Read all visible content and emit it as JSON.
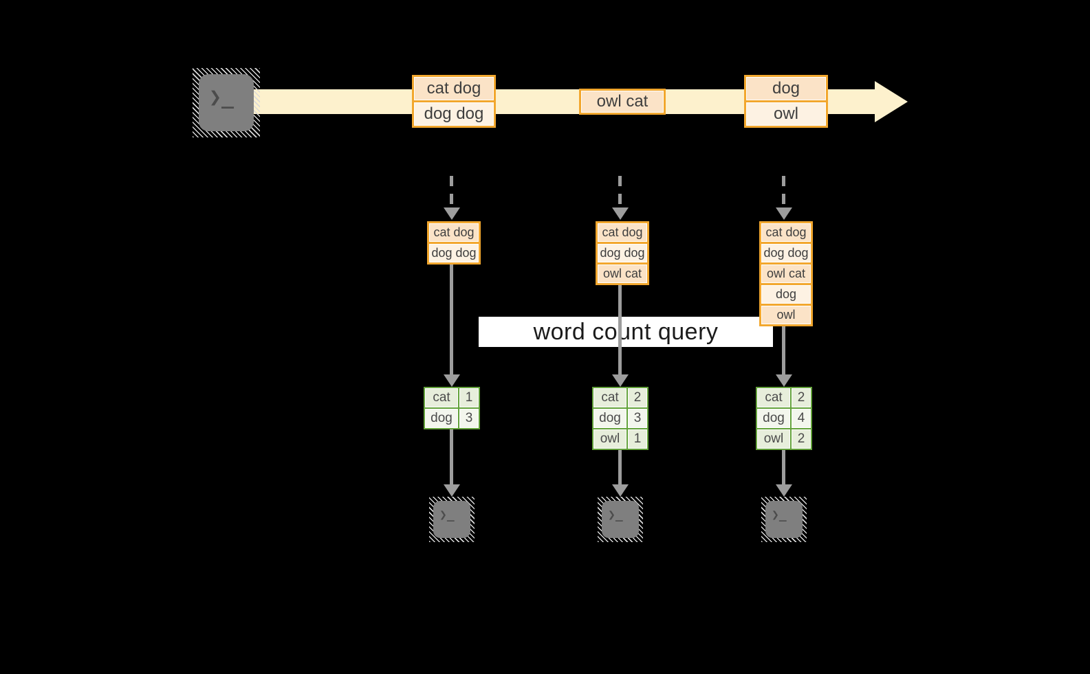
{
  "diagram": {
    "query_label": "word count query",
    "terminal_glyph": "❯_",
    "stream_events": [
      {
        "lines": [
          "cat dog",
          "dog dog"
        ]
      },
      {
        "lines": [
          "owl cat"
        ]
      },
      {
        "lines": [
          "dog",
          "owl"
        ]
      }
    ],
    "accumulated_inputs": [
      {
        "lines": [
          "cat dog",
          "dog dog"
        ]
      },
      {
        "lines": [
          "cat dog",
          "dog dog",
          "owl cat"
        ]
      },
      {
        "lines": [
          "cat dog",
          "dog dog",
          "owl cat",
          "dog",
          "owl"
        ]
      }
    ],
    "result_tables": [
      {
        "rows": [
          {
            "word": "cat",
            "count": "1"
          },
          {
            "word": "dog",
            "count": "3"
          }
        ]
      },
      {
        "rows": [
          {
            "word": "cat",
            "count": "2"
          },
          {
            "word": "dog",
            "count": "3"
          },
          {
            "word": "owl",
            "count": "1"
          }
        ]
      },
      {
        "rows": [
          {
            "word": "cat",
            "count": "2"
          },
          {
            "word": "dog",
            "count": "4"
          },
          {
            "word": "owl",
            "count": "2"
          }
        ]
      }
    ],
    "colors": {
      "background": "#000000",
      "stream": "#fdf1cd",
      "event_border": "#f2a72e",
      "event_fill_dark": "#fbe3c7",
      "event_fill_light": "#fdf2e3",
      "table_border": "#63a23a",
      "table_fill_dark": "#e7eedb",
      "table_fill_light": "#f3f6ed",
      "arrow_gray": "#9d9d9d",
      "query_band": "#ffffff"
    }
  }
}
